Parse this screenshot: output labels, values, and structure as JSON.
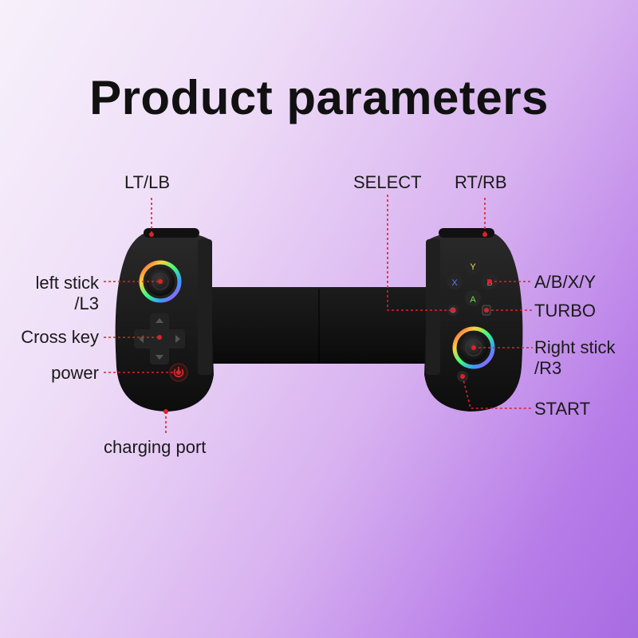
{
  "title": "Product parameters",
  "labels": {
    "lt_lb": "LT/LB",
    "select": "SELECT",
    "rt_rb": "RT/RB",
    "left_stick_1": "left stick",
    "left_stick_2": "/L3",
    "cross_key": "Cross key",
    "power": "power",
    "charging_port": "charging port",
    "abxy": "A/B/X/Y",
    "turbo": "TURBO",
    "right_stick_1": "Right stick",
    "right_stick_2": "/R3",
    "start": "START"
  },
  "face_buttons": {
    "y": "Y",
    "x": "X",
    "b": "B",
    "a": "A"
  },
  "colors": {
    "callout": "#e0202a",
    "body": "#151515",
    "face_a": "#6fe04a",
    "face_b": "#ff5a6a",
    "face_x": "#5a7cff",
    "face_y": "#f2e04a"
  },
  "icons": [
    "power-icon",
    "home-icon",
    "turbo-icon",
    "dpad-icon"
  ]
}
